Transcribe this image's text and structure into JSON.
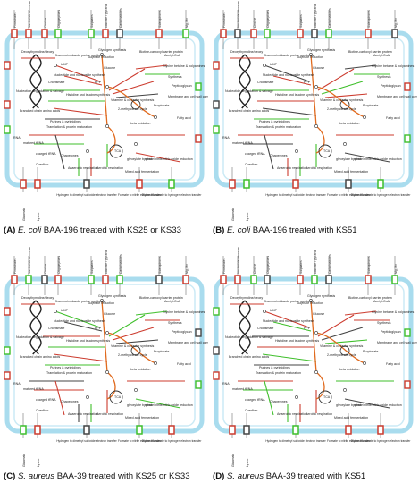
{
  "figure": {
    "panels": [
      {
        "letter": "(A)",
        "organism": "E. coli",
        "text": " BAA-196 treated with KS25 or KS33"
      },
      {
        "letter": "(B)",
        "organism": "E. coli",
        "text": " BAA-196 treated with KS51"
      },
      {
        "letter": "(C)",
        "organism": "S. aureus",
        "text": " BAA-39 treated with KS25 or KS33"
      },
      {
        "letter": "(D)",
        "organism": "S. aureus",
        "text": " BAA-39 treated with KS51"
      }
    ],
    "top_labels": [
      "Phosphates",
      "Nucleotide permease",
      "Choline",
      "Oligopeptides",
      "Sulphates",
      "Glucose / glycerol",
      "Carbohydrates",
      "Siderophores",
      "Mg, Mn"
    ],
    "bottom_labels": [
      "Glutamate",
      "Lysine",
      "Hydrogen to dimethyl sulfoxide electron transfer",
      "Formate to nitrite electron transfer",
      "Glycerol/fumarate to hydrogen electron transfer"
    ],
    "node_labels": {
      "deoxy": "Deoxythymidine/deoxy",
      "nucleotide": "Nucleotide degradation & salvage",
      "aminoimid": "5-aminoimidazole purine synthesis",
      "ump": "UMP",
      "nucsynth": "Nucleotide and nucleoside synthesis",
      "chorismate": "Chorismate",
      "glycogen": "Glycogen synthesis",
      "glucose": "Glucose",
      "ppp": "PPP",
      "sulphate_red": "Sulphate reduction",
      "biotin": "Biotine-carboxyl carrier protein",
      "acetyl": "Acetyl-CoA",
      "glycine": "Glycine betaine & polyamines",
      "synthesis": "Synthesis",
      "peptidoglycan": "Peptidoglycan",
      "fattyacid": "Fatty acid",
      "membrane": "Membrane and cell wall components",
      "aa_synth": "Histidine and leucine synthesis",
      "bcaa": "Branched chain amino acids",
      "vitamin": "Vitamine & co-factor synthesis",
      "methylcitrate": "2-methylcitrate cycle",
      "propionate": "Propionate",
      "purines": "Purines & pyrimidines",
      "translation": "Translation & protein maturation",
      "betaox": "beta oxidation",
      "trna": "tRNA",
      "mtrna": "matured tRNA",
      "ctrna": "charged tRNA",
      "overflow": "Overflow",
      "chaperones": "Chaperones",
      "anaerobic": "Anaerobic respiration",
      "aerobic": "Aerobic respiration",
      "mixed": "Mixed acid fermentation",
      "nitrate": "nitrate/nitrite/nitric oxide reduction",
      "tca": "TCA",
      "glyox": "glyoxylate bypass"
    }
  },
  "colors": {
    "membrane": "#a9dcee",
    "up": "#cc3b2e",
    "down": "#3fbf2b",
    "neutral": "#444444",
    "pathway": "#e06a1e"
  }
}
